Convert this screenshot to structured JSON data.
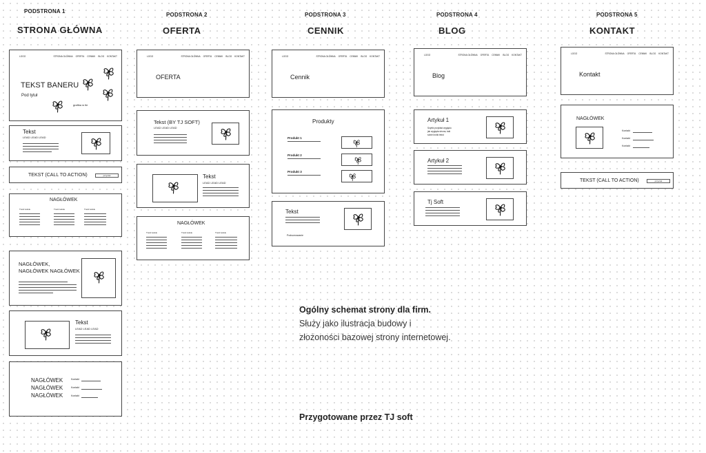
{
  "nav": {
    "logo": "LOGO",
    "items": [
      "STRONA GŁÓWNA",
      "OFERTA",
      "CENNIK",
      "BLOG",
      "KONTAKT"
    ]
  },
  "columns": [
    {
      "label": "PODSTRONA 1",
      "title": "STRONA GŁÓWNA"
    },
    {
      "label": "PODSTRONA 2",
      "title": "OFERTA"
    },
    {
      "label": "PODSTRONA 3",
      "title": "CENNIK"
    },
    {
      "label": "PODSTRONA 4",
      "title": "BLOG"
    },
    {
      "label": "PODSTRONA 5",
      "title": "KONTAKT"
    }
  ],
  "home": {
    "banner_text": "TEKST BANERU",
    "banner_sub": "Pod tytuł",
    "banner_graphic": "grafika w tle",
    "text_block_title": "Tekst",
    "text_block_lead": "LEAD LEAD LEAD",
    "cta_text": "TEKST (CALL TO ACTION)",
    "cta_button": "przycisk",
    "section_heading": "NAGŁÓWEK",
    "col_label": "Treść tekstu",
    "heading2_line1": "NAGŁÓWEK,",
    "heading2_line2": "NAGŁÓWEK NAGŁÓWEK",
    "text2_title": "Tekst",
    "text2_lead": "LEAD LEAD LEAD",
    "contact_headings": [
      "NAGŁÓWEK",
      "NAGŁÓWEK",
      "NAGŁÓWEK"
    ],
    "contact_label": "Kontakt"
  },
  "offer": {
    "header_title": "OFERTA",
    "text1_title": "Tekst (BY TJ SOFT)",
    "text1_lead": "LEAD LEAD LEAD",
    "text2_title": "Tekst",
    "text2_lead": "LEAD LEAD LEAD",
    "section_heading": "NAGŁÓWEK",
    "col_label": "Treść tekstu"
  },
  "pricing": {
    "header_title": "Cennik",
    "products_title": "Produkty",
    "products": [
      "Produkt 1",
      "Produkt 2",
      "Produkt 3"
    ],
    "text_title": "Tekst",
    "text_footer": "Podsumowanie"
  },
  "blog": {
    "header_title": "Blog",
    "article1_title": "Artykuł 1",
    "article1_desc": [
      "Szybki przykład wyglądu",
      "jak wygląda strona, taki",
      "sobie krótki tekst"
    ],
    "article2_title": "Artykuł 2",
    "article3_title": "Tj Soft"
  },
  "contact": {
    "header_title": "Kontakt",
    "heading": "NAGŁÓWEK",
    "contact_label": "Kontakt",
    "cta_text": "TEKST (CALL TO ACTION)",
    "cta_button": "przycisk"
  },
  "description": {
    "title": "Ogólny schemat strony dla firm.",
    "line1": "Służy jako ilustracja budowy i",
    "line2": "złożoności bazowej strony internetowej.",
    "author": "Przygotowane przez TJ soft"
  }
}
